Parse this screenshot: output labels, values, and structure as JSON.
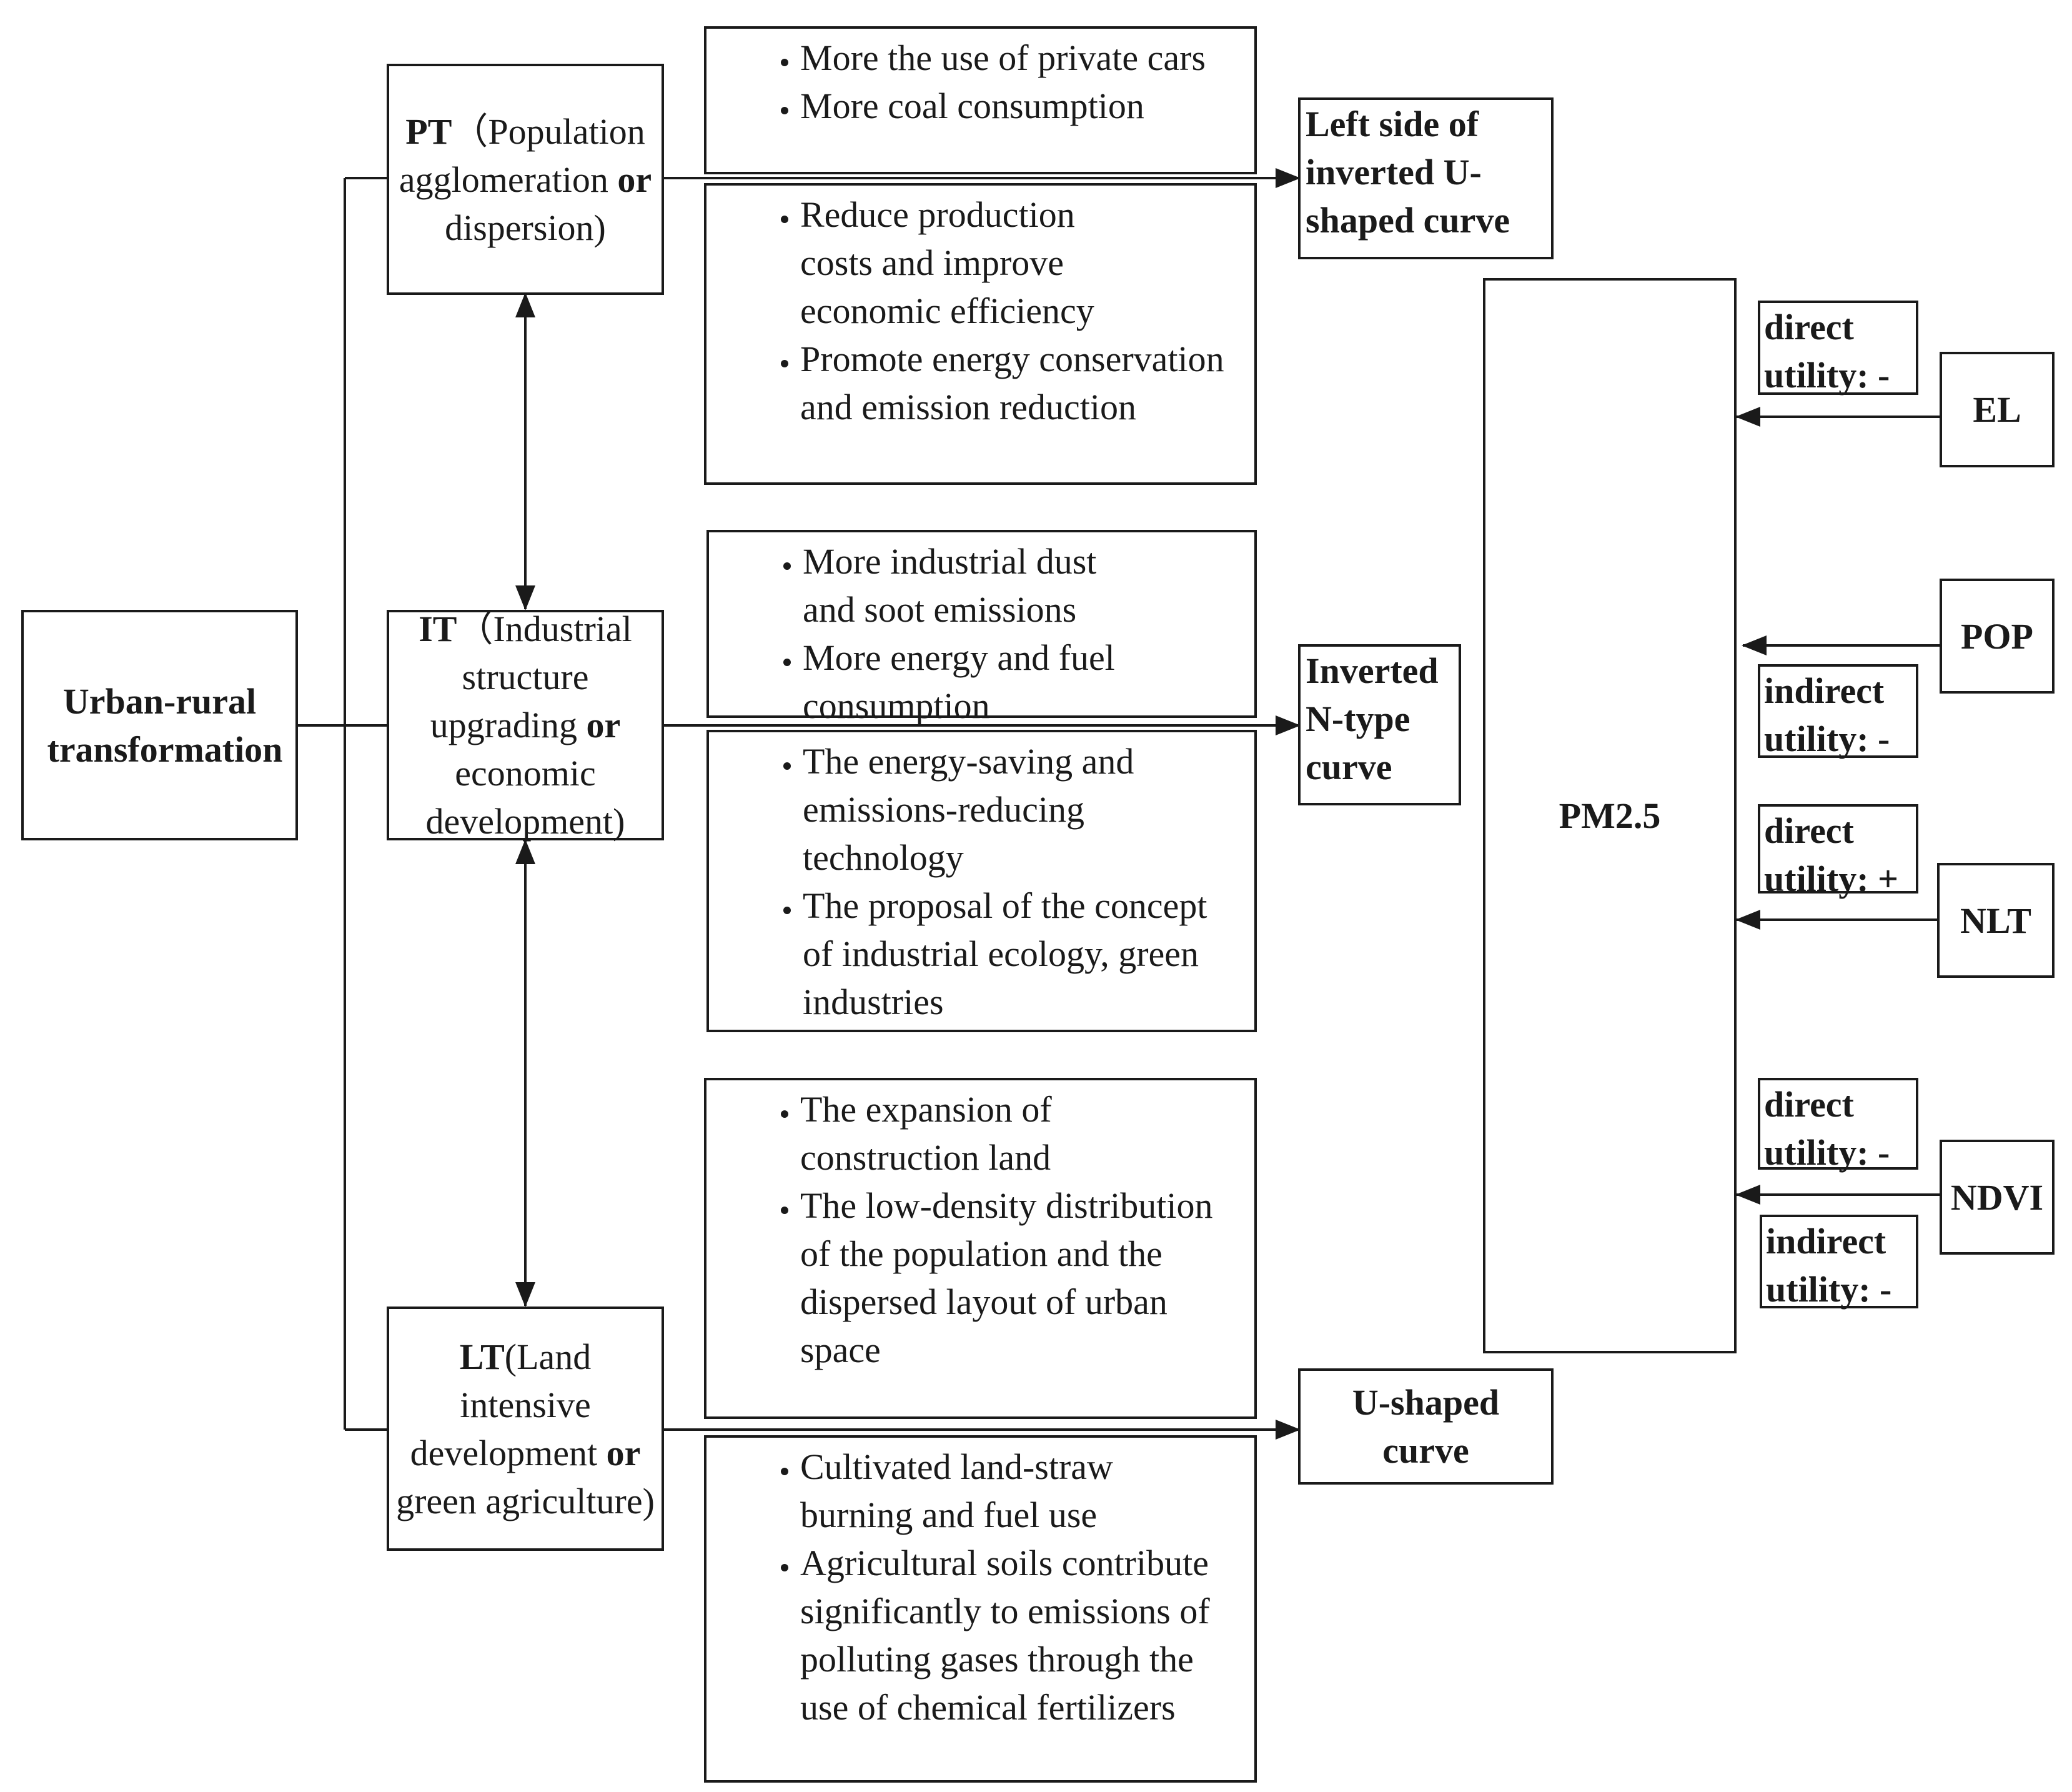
{
  "root": {
    "label": "Urban-rural transformation"
  },
  "pt": {
    "abbr": "PT",
    "pre": "（Population agglomeration ",
    "or": "or",
    "post": " dispersion)"
  },
  "it": {
    "abbr": "IT",
    "pre": "（Industrial structure upgrading ",
    "or": "or",
    "post": " economic development)"
  },
  "lt": {
    "abbr": "LT",
    "pre": "(Land intensive development ",
    "or": "or",
    "post": " green agriculture)"
  },
  "pt_up": [
    "More the use of private cars",
    "More coal consumption"
  ],
  "pt_down": [
    "Reduce production costs and improve economic efficiency",
    "Promote energy conservation and emission reduction"
  ],
  "it_up": [
    "More industrial dust and soot emissions",
    "More energy and fuel consumption"
  ],
  "it_down": [
    "The energy-saving and emissions-reducing technology",
    "The proposal of the concept of industrial ecology, green industries"
  ],
  "lt_up": [
    "The expansion of construction land",
    "The low-density distribution of the population and the dispersed layout of urban space"
  ],
  "lt_down": [
    "Cultivated land-straw burning and fuel use",
    "Agricultural soils contribute significantly to emissions of polluting gases through the use of chemical fertilizers"
  ],
  "curves": {
    "pt": "Left side of inverted U-shaped curve",
    "it": "Inverted N-type curve",
    "lt": "U-shaped curve"
  },
  "pm": "PM2.5",
  "factors": {
    "el": "EL",
    "pop": "POP",
    "nlt": "NLT",
    "ndvi": "NDVI"
  },
  "utilities": {
    "el_direct": [
      "direct",
      "utility: -"
    ],
    "pop_indirect": [
      "indirect",
      "utility: -"
    ],
    "nlt_direct": [
      "direct",
      "utility: +"
    ],
    "ndvi_direct": [
      "direct",
      "utility: -"
    ],
    "ndvi_indirect": [
      "indirect",
      "utility: -"
    ]
  }
}
